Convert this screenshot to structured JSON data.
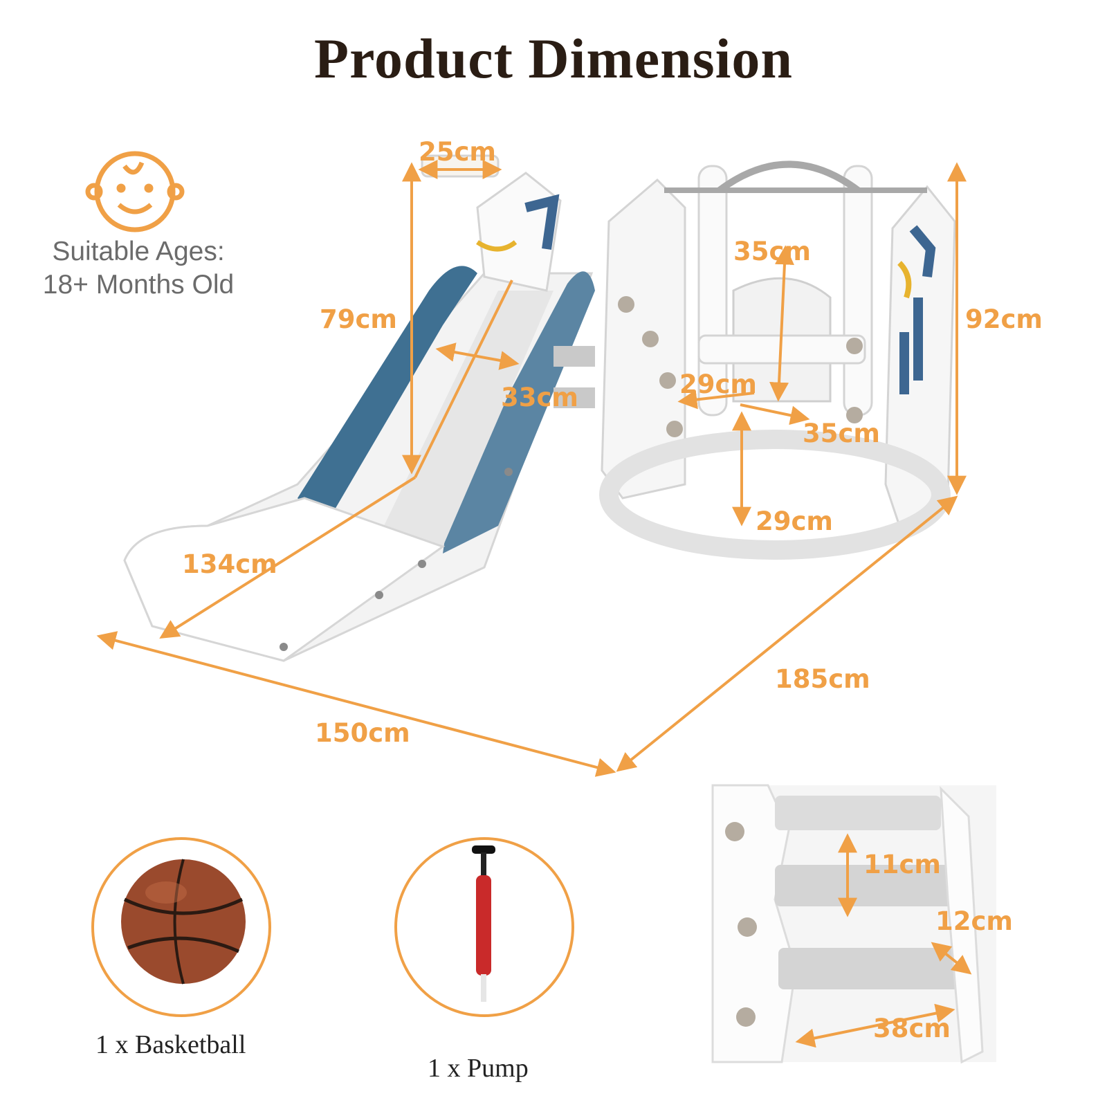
{
  "title": "Product Dimension",
  "ages": {
    "icon": "baby-face-icon",
    "line1": "Suitable Ages:",
    "line2": "18+ Months Old"
  },
  "accent_color": "#f0a046",
  "dimensions": {
    "rail_width": "25cm",
    "slide_height": "79cm",
    "slide_width": "33cm",
    "slide_length": "134cm",
    "swing_back_height": "35cm",
    "swing_seat_width": "29cm",
    "swing_seat_depth": "35cm",
    "seat_ground_height": "29cm",
    "total_height": "92cm",
    "total_width": "185cm",
    "total_length": "150cm",
    "step_height": "11cm",
    "step_depth": "12cm",
    "step_width": "38cm"
  },
  "accessories": [
    {
      "label": "1 x Basketball",
      "icon": "basketball-icon"
    },
    {
      "label": "1 x Pump",
      "icon": "pump-icon"
    }
  ]
}
